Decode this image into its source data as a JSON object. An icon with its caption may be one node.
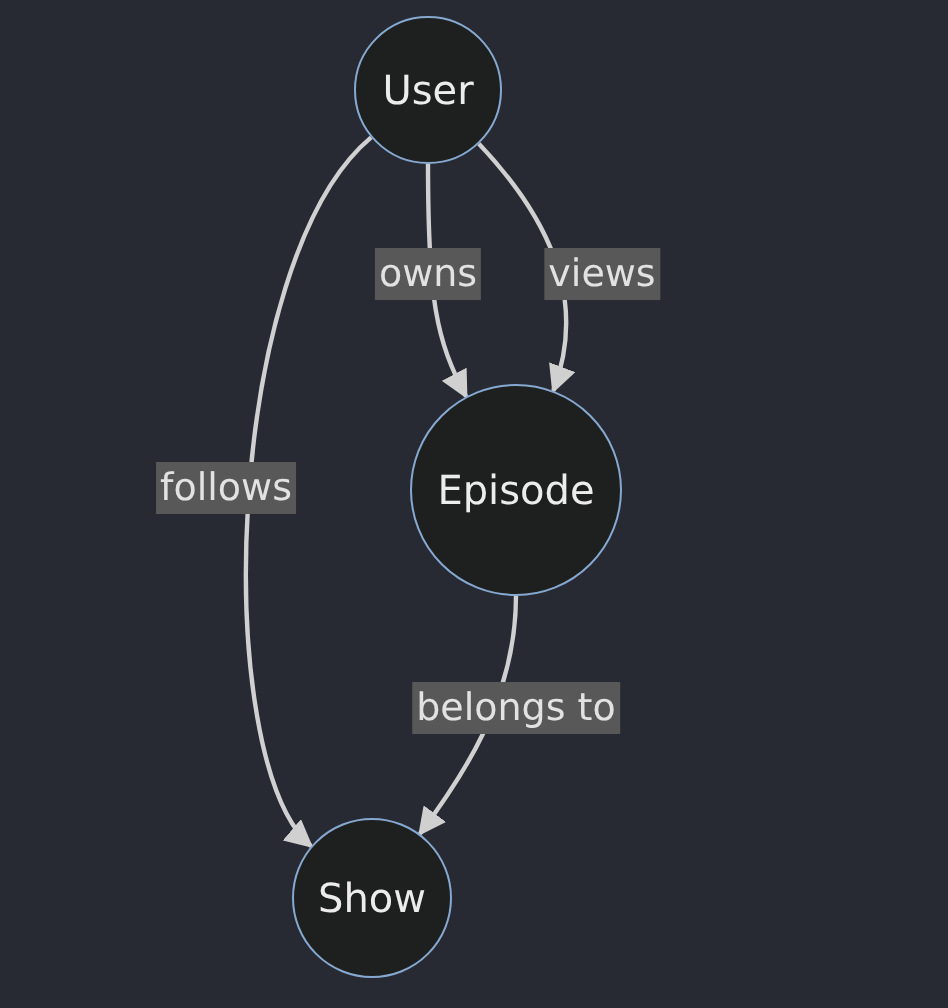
{
  "diagram": {
    "nodes": [
      {
        "text": [
          "User"
        ]
      },
      {
        "text": [
          "Episode"
        ]
      },
      {
        "text": [
          "Show"
        ]
      }
    ],
    "edges": [
      {
        "from": 0,
        "to": 1,
        "arrow": "to",
        "label": "owns"
      },
      {
        "from": 0,
        "to": 1,
        "arrow": "to",
        "label": "views"
      },
      {
        "from": 0,
        "to": 2,
        "arrow": "to",
        "label": "follows"
      },
      {
        "from": 1,
        "to": 2,
        "arrow": "to",
        "label": "belongs to"
      }
    ]
  }
}
